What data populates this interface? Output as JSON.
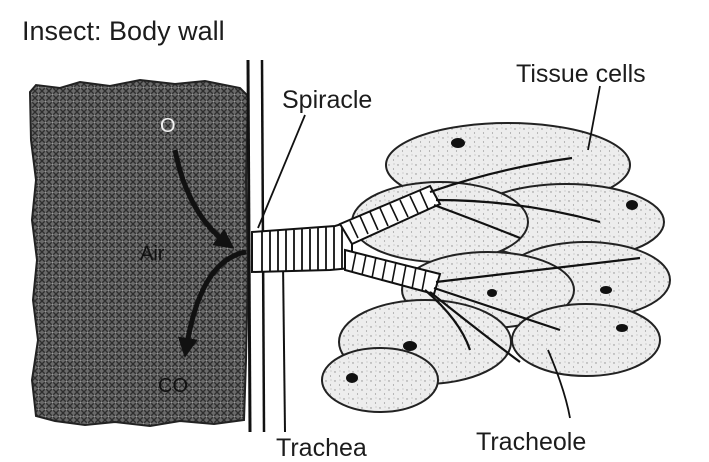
{
  "title": "Insect: Body wall",
  "labels": {
    "spiracle": "Spiracle",
    "tissue_cells": "Tissue cells",
    "trachea": "Trachea",
    "tracheole": "Tracheole",
    "air": "Air",
    "o2": "O",
    "co2": "CO"
  },
  "colors": {
    "ink": "#1c1c1c",
    "background": "#ffffff",
    "body_wall_fill": "#5a5a5a",
    "cell_fill": "#e6e6e6"
  }
}
